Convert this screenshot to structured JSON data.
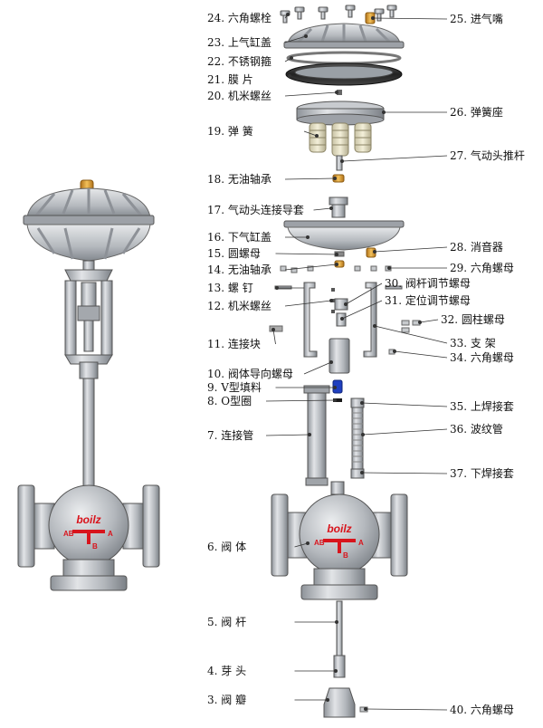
{
  "left_labels": [
    "24. 六角螺栓",
    "23. 上气缸盖",
    "22. 不锈钢箍",
    "21. 膜    片",
    "20. 机米螺丝",
    "19. 弹    簧",
    "18. 无油轴承",
    "17. 气动头连接导套",
    "16. 下气缸盖",
    "15. 圆螺母",
    "14. 无油轴承",
    "13. 螺    钉",
    "12. 机米螺丝",
    "11. 连接块",
    "10. 阀体导向螺母",
    "9. V型填料",
    "8. O型圈",
    "7. 连接管",
    "6. 阀    体",
    "5. 阀    杆",
    "4. 芽    头",
    "3. 阀    瓣"
  ],
  "right_labels": [
    "25. 进气嘴",
    "26. 弹簧座",
    "27. 气动头推杆",
    "28. 消音器",
    "29. 六角螺母",
    "30. 阀杆调节螺母",
    "31. 定位调节螺母",
    "32. 圆柱螺母",
    "33. 支    架",
    "34. 六角螺母",
    "35. 上焊接套",
    "36. 波纹管",
    "37. 下焊接套",
    "40. 六角螺母"
  ],
  "body_marks": {
    "brand": "boilz",
    "port_ab": "AB",
    "port_a": "A",
    "port_b": "B"
  },
  "colors": {
    "steel": "#b8bcc2",
    "steel_dark": "#7d8288",
    "brand_red": "#d8141c",
    "brass": "#d99a22",
    "seal_blue": "#1f3fbf",
    "line": "#222222"
  }
}
